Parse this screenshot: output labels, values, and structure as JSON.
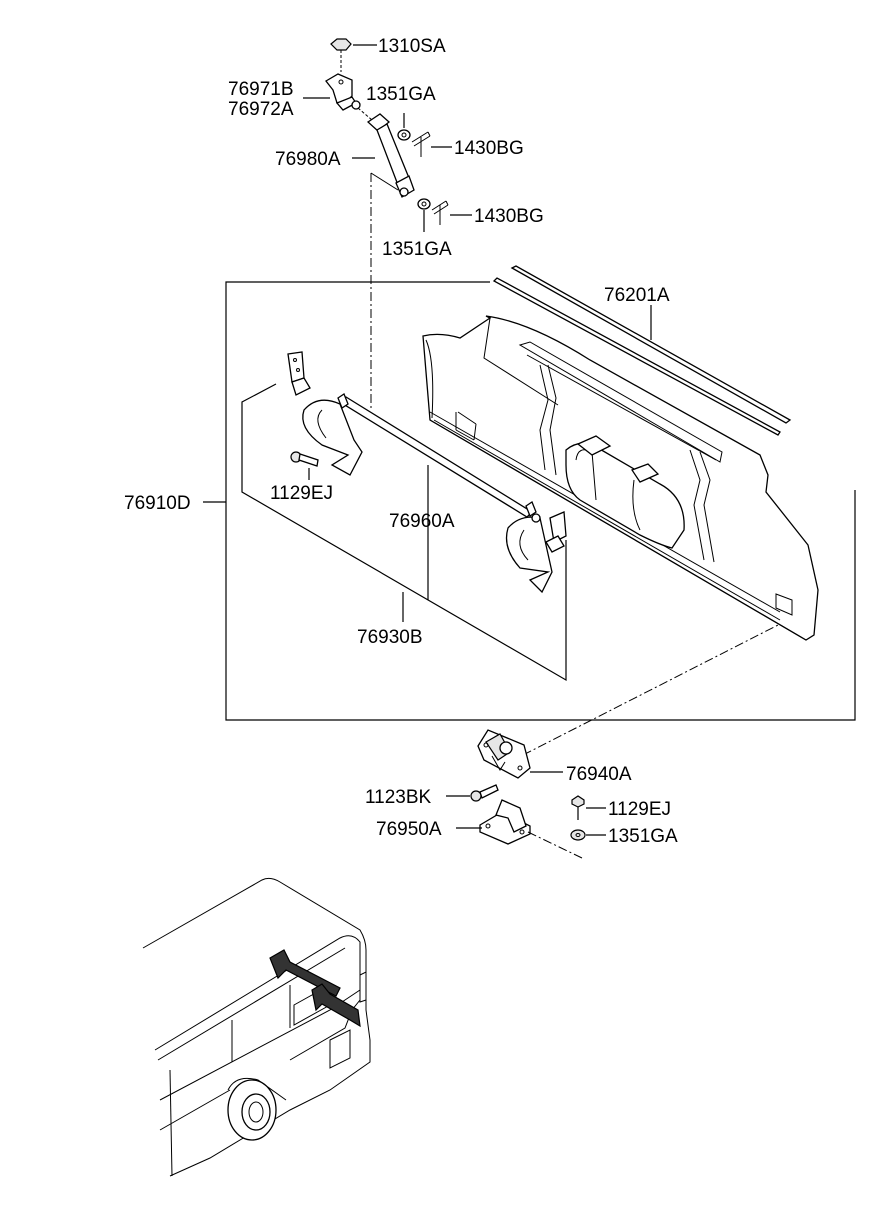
{
  "diagram": {
    "labels": {
      "p1310SA": "1310SA",
      "p76971B": "76971B",
      "p76972A": "76972A",
      "p1351GA_top": "1351GA",
      "p1430BG_top": "1430BG",
      "p76980A": "76980A",
      "p1430BG_mid": "1430BG",
      "p1351GA_mid": "1351GA",
      "p76201A": "76201A",
      "p76910D": "76910D",
      "p1129EJ_left": "1129EJ",
      "p76960A": "76960A",
      "p76930B": "76930B",
      "p76940A": "76940A",
      "p1123BK": "1123BK",
      "p1129EJ_right": "1129EJ",
      "p76950A": "76950A",
      "p1351GA_bottom": "1351GA"
    }
  }
}
